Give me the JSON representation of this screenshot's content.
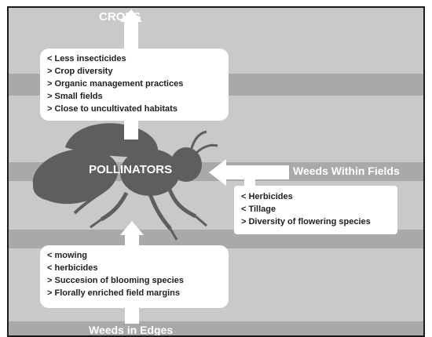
{
  "labels": {
    "crops": "CROPS",
    "pollinators": "POLLINATORS",
    "weeds_within_fields": "Weeds Within Fields",
    "weeds_in_edges": "Weeds in Edges"
  },
  "crops_box": [
    "< Less insecticides",
    "> Crop diversity",
    "> Organic management practices",
    "> Small fields",
    "> Close to uncultivated habitats"
  ],
  "weeds_within_box": [
    "< Herbicides",
    "< Tillage",
    "> Diversity of flowering species"
  ],
  "weeds_edges_box": [
    "< mowing",
    "< herbicides",
    "> Succesion of blooming species",
    "> Florally enriched field margins"
  ],
  "colors": {
    "background": "#c9c9c9",
    "band": "#a9a9a9",
    "bee": "#5e5e5e",
    "arrow": "#ffffff"
  },
  "icons": {
    "central_figure": "bee-icon"
  }
}
